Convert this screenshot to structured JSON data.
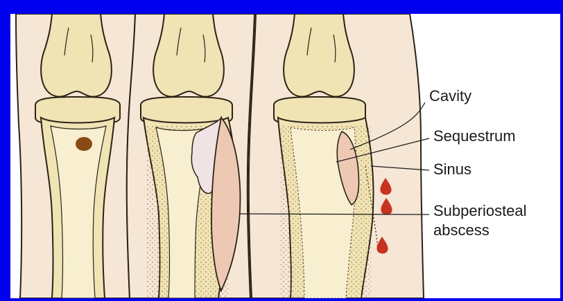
{
  "labels": {
    "cavity": "Cavity",
    "sequestrum": "Sequestrum",
    "sinus": "Sinus",
    "subperiosteal_line1": "Subperiosteal",
    "subperiosteal_line2": "abscess"
  },
  "colors": {
    "frame": "#0000ee",
    "skin": "#f6e6d6",
    "bone": "#f0e3b4",
    "bone_dark": "#e3d29a",
    "marrow": "#f7efcf",
    "abscess": "#edc9b4",
    "cavity_pale": "#f1e3e3",
    "pus_drop": "#c8331f",
    "focus_dot": "#8a4a18",
    "outline": "#2b2216"
  }
}
